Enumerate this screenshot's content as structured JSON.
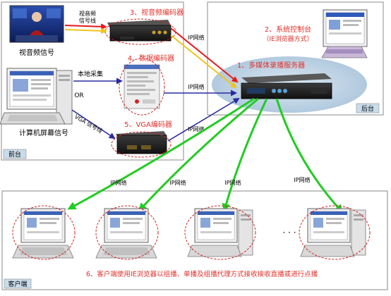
{
  "regions": {
    "front": "前台",
    "back": "后台",
    "client": "客户端"
  },
  "sources": {
    "video": "视音频信号",
    "computer": "计算机屏幕信号"
  },
  "wire_labels": {
    "av_cable_line1": "视音频",
    "av_cable_line2": "信号线",
    "local_capture": "本地采集",
    "or": "OR",
    "vga_cable": "VGA 信号线"
  },
  "devices": {
    "av_encoder": "3、视音频编码器",
    "data_encoder": "4、数据编码器",
    "vga_encoder": "5、VGA编码器",
    "server": "1、多媒体录播服务器",
    "console_line1": "2、系统控制台",
    "console_line2": "（IE浏览器方式）"
  },
  "network": {
    "ip_label": "IP网络",
    "ellipsis": "· · ·"
  },
  "caption": "6、客户端使用IE浏览器以组播、单播及组播代理方式接收接收直播或进行点播",
  "colors": {
    "label_red": "#e0302a",
    "red_arrow": "#e41b1b",
    "yellow_arrow": "#f0c419",
    "blue_arrow": "#2a2aa0",
    "green_arrow": "#22cc22",
    "backstage_fill": "#c9dcea"
  }
}
